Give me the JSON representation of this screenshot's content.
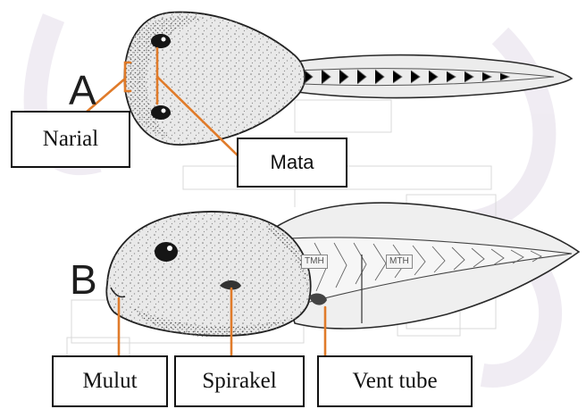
{
  "figure": {
    "panels": [
      {
        "letter": "A",
        "view": "dorsal"
      },
      {
        "letter": "B",
        "view": "lateral"
      }
    ],
    "labels": {
      "narial": "Narial",
      "mata": "Mata",
      "mulut": "Mulut",
      "spirakel": "Spirakel",
      "vent_tube": "Vent tube"
    },
    "tail_tags": [
      "TMH",
      "MTH"
    ],
    "colors": {
      "leader_line": "#e07b2a",
      "outline": "#222222",
      "body_fill": "#e9e9e9",
      "watermark": "#e8e3ec"
    }
  }
}
